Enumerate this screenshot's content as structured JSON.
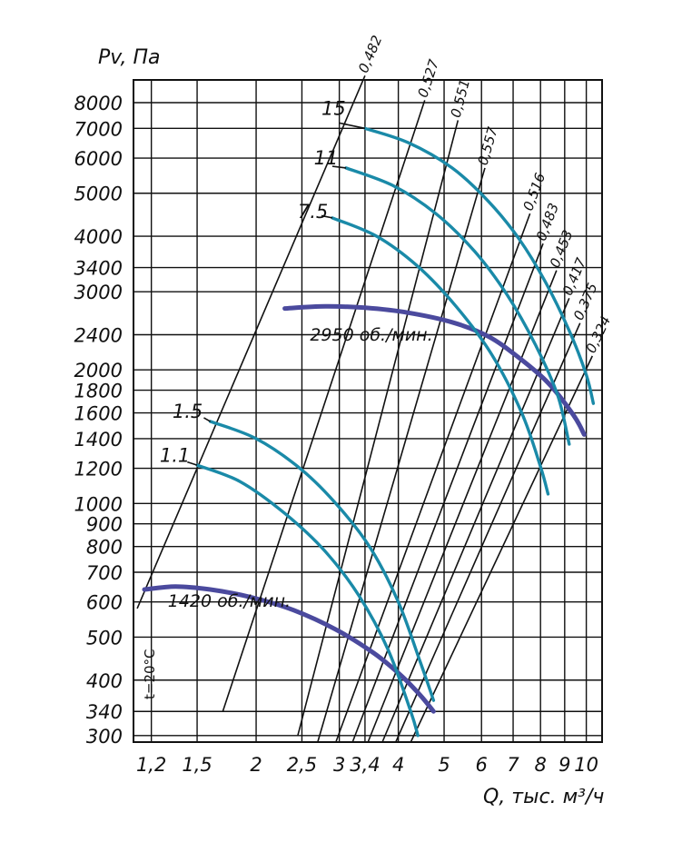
{
  "colors": {
    "grid": "#111111",
    "power_curve": "#1a8aa8",
    "speed_curve": "#4b4a9e",
    "efficiency_line": "#111111"
  },
  "chart_data": {
    "type": "line",
    "x_scale": "log",
    "y_scale": "log",
    "xlabel": "Q, тыс. м³/ч",
    "ylabel": "Pv, Па",
    "xlim": [
      1.1,
      10.8
    ],
    "ylim": [
      290,
      9000
    ],
    "grid": true,
    "note": "t=20°C",
    "x_ticks": [
      {
        "v": 1.2,
        "label": "1,2"
      },
      {
        "v": 1.5,
        "label": "1,5"
      },
      {
        "v": 2,
        "label": "2"
      },
      {
        "v": 2.5,
        "label": "2,5"
      },
      {
        "v": 3,
        "label": "3"
      },
      {
        "v": 3.4,
        "label": "3,4"
      },
      {
        "v": 4,
        "label": "4"
      },
      {
        "v": 5,
        "label": "5"
      },
      {
        "v": 6,
        "label": "6"
      },
      {
        "v": 7,
        "label": "7"
      },
      {
        "v": 8,
        "label": "8"
      },
      {
        "v": 9,
        "label": "9"
      },
      {
        "v": 10,
        "label": "10"
      }
    ],
    "y_ticks": [
      {
        "v": 300,
        "label": "300"
      },
      {
        "v": 340,
        "label": "340"
      },
      {
        "v": 400,
        "label": "400"
      },
      {
        "v": 500,
        "label": "500"
      },
      {
        "v": 600,
        "label": "600"
      },
      {
        "v": 700,
        "label": "700"
      },
      {
        "v": 800,
        "label": "800"
      },
      {
        "v": 900,
        "label": "900"
      },
      {
        "v": 1000,
        "label": "1000"
      },
      {
        "v": 1200,
        "label": "1200"
      },
      {
        "v": 1400,
        "label": "1400"
      },
      {
        "v": 1600,
        "label": "1600"
      },
      {
        "v": 1800,
        "label": "1800"
      },
      {
        "v": 2000,
        "label": "2000"
      },
      {
        "v": 2400,
        "label": "2400"
      },
      {
        "v": 3000,
        "label": "3000"
      },
      {
        "v": 3400,
        "label": "3400"
      },
      {
        "v": 4000,
        "label": "4000"
      },
      {
        "v": 5000,
        "label": "5000"
      },
      {
        "v": 6000,
        "label": "6000"
      },
      {
        "v": 7000,
        "label": "7000"
      },
      {
        "v": 8000,
        "label": "8000"
      }
    ],
    "efficiency_lines": [
      {
        "label": "0,482",
        "x0": 1.12,
        "y0": 580,
        "label_x": 3.4,
        "label_y": 9200
      },
      {
        "label": "0,527",
        "x0": 1.7,
        "y0": 340,
        "label_x": 4.55,
        "label_y": 8100
      },
      {
        "label": "0,551",
        "x0": 2.45,
        "y0": 300,
        "label_x": 5.35,
        "label_y": 7300
      },
      {
        "label": "0,557",
        "x0": 2.7,
        "y0": 290,
        "label_x": 6.1,
        "label_y": 5700
      },
      {
        "label": "0,516",
        "x0": 2.95,
        "y0": 290,
        "label_x": 7.6,
        "label_y": 4500
      },
      {
        "label": "0,483",
        "x0": 3.2,
        "y0": 290,
        "label_x": 8.1,
        "label_y": 3850
      },
      {
        "label": "0,453",
        "x0": 3.45,
        "y0": 290,
        "label_x": 8.65,
        "label_y": 3350
      },
      {
        "label": "0,417",
        "x0": 3.7,
        "y0": 290,
        "label_x": 9.2,
        "label_y": 2900
      },
      {
        "label": "0,375",
        "x0": 3.95,
        "y0": 290,
        "label_x": 9.7,
        "label_y": 2550
      },
      {
        "label": "0,324",
        "x0": 4.25,
        "y0": 290,
        "label_x": 10.3,
        "label_y": 2150
      }
    ],
    "series": [
      {
        "name": "2950 об./мин.",
        "kind": "speed",
        "x": [
          2.3,
          2.8,
          3.4,
          4.2,
          5.2,
          6.2,
          7.2,
          8.3,
          9.4,
          9.9
        ],
        "y": [
          2750,
          2780,
          2760,
          2690,
          2560,
          2380,
          2130,
          1870,
          1580,
          1430
        ]
      },
      {
        "name": "1420 об./мин.",
        "kind": "speed",
        "x": [
          1.16,
          1.35,
          1.6,
          1.95,
          2.4,
          2.95,
          3.55,
          4.05,
          4.45,
          4.75
        ],
        "y": [
          640,
          650,
          640,
          615,
          575,
          520,
          460,
          410,
          370,
          340
        ]
      },
      {
        "name": "15",
        "kind": "power",
        "x": [
          3.4,
          4.2,
          5.2,
          6.2,
          7.2,
          8.2,
          9.2,
          10.0,
          10.35
        ],
        "y": [
          7000,
          6500,
          5700,
          4800,
          3950,
          3150,
          2450,
          1950,
          1680
        ]
      },
      {
        "name": "11",
        "kind": "power",
        "x": [
          3.1,
          3.9,
          4.8,
          5.8,
          6.8,
          7.8,
          8.7,
          9.2
        ],
        "y": [
          5700,
          5200,
          4500,
          3700,
          2950,
          2280,
          1750,
          1360
        ]
      },
      {
        "name": "7.5",
        "kind": "power",
        "x": [
          2.9,
          3.6,
          4.4,
          5.3,
          6.3,
          7.3,
          8.0,
          8.3
        ],
        "y": [
          4400,
          4000,
          3420,
          2780,
          2170,
          1600,
          1210,
          1050
        ]
      },
      {
        "name": "1.5",
        "kind": "power",
        "x": [
          1.6,
          2.0,
          2.5,
          3.0,
          3.5,
          4.0,
          4.45,
          4.75
        ],
        "y": [
          1530,
          1400,
          1190,
          980,
          790,
          600,
          440,
          360
        ]
      },
      {
        "name": "1.1",
        "kind": "power",
        "x": [
          1.5,
          1.85,
          2.3,
          2.8,
          3.3,
          3.8,
          4.25,
          4.4
        ],
        "y": [
          1220,
          1120,
          950,
          780,
          620,
          470,
          340,
          300
        ]
      }
    ],
    "labels": {
      "rpm_high": "2950 об./мин.",
      "rpm_low": "1420 об./мин.",
      "pw_15": "15",
      "pw_11": "11",
      "pw_75": "7.5",
      "pw_15b": "1.5",
      "pw_11b": "1.1"
    }
  }
}
